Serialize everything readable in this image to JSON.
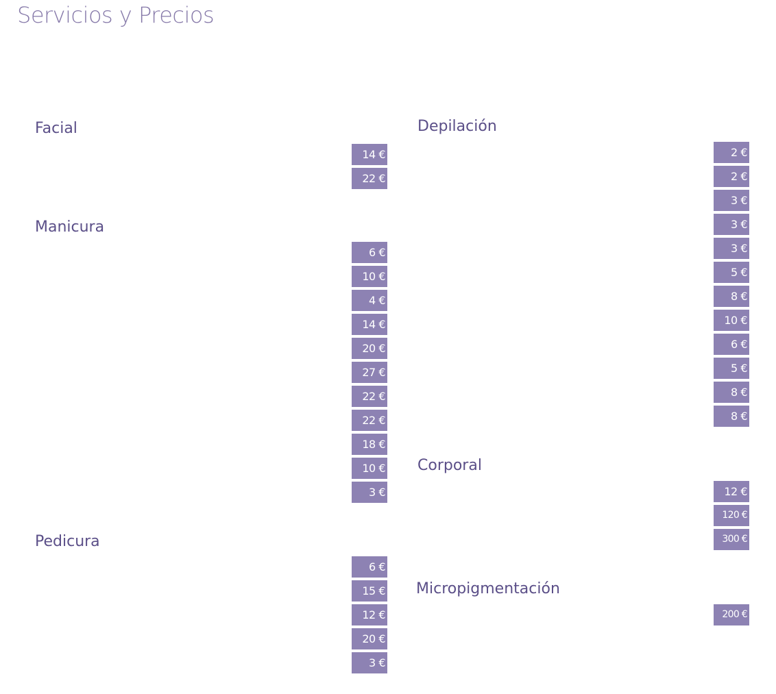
{
  "page": {
    "title": "Servicios y Precios"
  },
  "colors": {
    "title": "#8679a9",
    "heading": "#5b4f88",
    "badge_background": "#8d82b3",
    "badge_text": "#ffffff"
  },
  "sections": {
    "facial": {
      "title": "Facial",
      "prices": [
        "14 €",
        "22 €"
      ]
    },
    "manicura": {
      "title": "Manicura",
      "prices": [
        "6 €",
        "10 €",
        "4 €",
        "14 €",
        "20 €",
        "27 €",
        "22 €",
        "22 €",
        "18 €",
        "10 €",
        "3 €"
      ]
    },
    "pedicura": {
      "title": "Pedicura",
      "prices": [
        "6 €",
        "15 €",
        "12 €",
        "20 €",
        "3 €"
      ]
    },
    "depilacion": {
      "title": "Depilación",
      "prices": [
        "2 €",
        "2 €",
        "3 €",
        "3 €",
        "3 €",
        "5 €",
        "8 €",
        "10 €",
        "6 €",
        "5 €",
        "8 €",
        "8 €"
      ]
    },
    "corporal": {
      "title": "Corporal",
      "prices": [
        "12 €",
        "120 €",
        "300 €"
      ]
    },
    "micropigmentacion": {
      "title": "Micropigmentación",
      "prices": [
        "200 €"
      ]
    }
  }
}
